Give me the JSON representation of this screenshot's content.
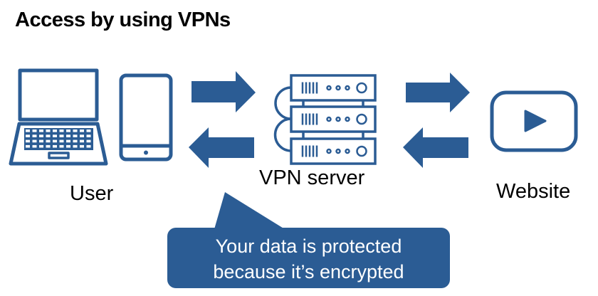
{
  "title": "Access by using VPNs",
  "colors": {
    "primary": "#2b5c94",
    "text": "#000000",
    "callout_text": "#ffffff",
    "background": "#ffffff"
  },
  "nodes": {
    "user": {
      "label": "User",
      "icons": [
        "laptop-icon",
        "tablet-icon"
      ]
    },
    "vpn_server": {
      "label": "VPN server",
      "icons": [
        "server-rack-icon"
      ]
    },
    "website": {
      "label": "Website",
      "icons": [
        "video-play-icon"
      ]
    }
  },
  "flows": [
    {
      "from": "user",
      "to": "vpn_server",
      "direction": "right"
    },
    {
      "from": "vpn_server",
      "to": "user",
      "direction": "left"
    },
    {
      "from": "vpn_server",
      "to": "website",
      "direction": "right"
    },
    {
      "from": "website",
      "to": "vpn_server",
      "direction": "left"
    }
  ],
  "callout": {
    "line1": "Your data is protected",
    "line2": "because it’s encrypted",
    "points_to": "user-to-vpn-link"
  }
}
